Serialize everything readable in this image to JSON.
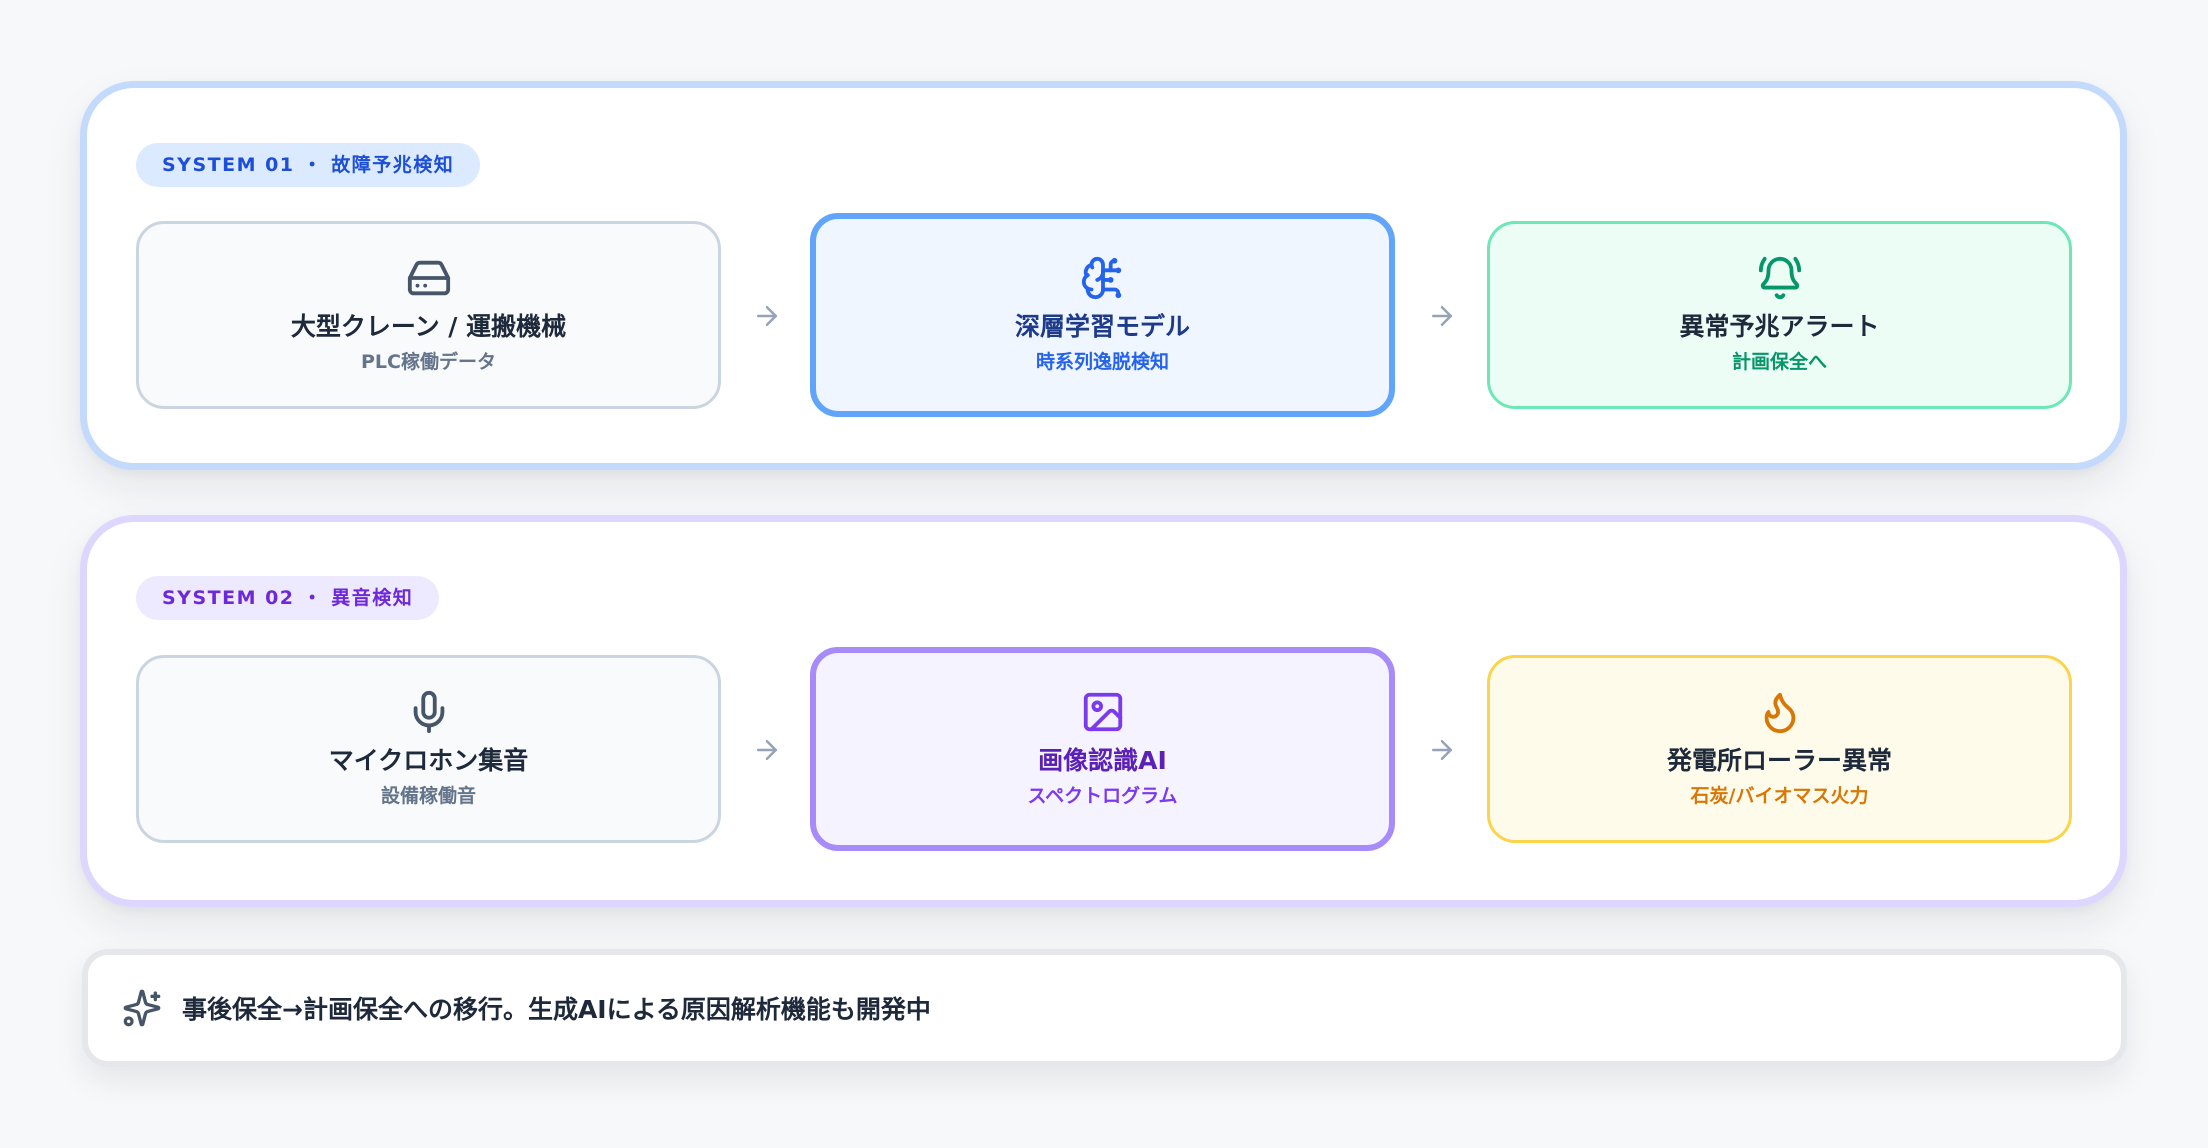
{
  "colors": {
    "background": "#f7f8fa",
    "system01_accent": "#1d4ed8",
    "system01_border": "#bfdbfe",
    "system02_accent": "#6d28d9",
    "system02_border": "#ddd6fe",
    "alert_green": "#059669",
    "fire_orange": "#d97706"
  },
  "systems": [
    {
      "badge": "SYSTEM 01 ・ 故障予兆検知",
      "steps": [
        {
          "icon": "hard-drive-icon",
          "title": "大型クレーン / 運搬機械",
          "subtitle": "PLC稼働データ"
        },
        {
          "icon": "brain-circuit-icon",
          "title": "深層学習モデル",
          "subtitle": "時系列逸脱検知"
        },
        {
          "icon": "bell-ring-icon",
          "title": "異常予兆アラート",
          "subtitle": "計画保全へ"
        }
      ]
    },
    {
      "badge": "SYSTEM 02 ・ 異音検知",
      "steps": [
        {
          "icon": "microphone-icon",
          "title": "マイクロホン集音",
          "subtitle": "設備稼働音"
        },
        {
          "icon": "image-icon",
          "title": "画像認識AI",
          "subtitle": "スペクトログラム"
        },
        {
          "icon": "flame-icon",
          "title": "発電所ローラー異常",
          "subtitle": "石炭/バイオマス火力"
        }
      ]
    }
  ],
  "footer": {
    "icon": "sparkles-icon",
    "text": "事後保全→計画保全への移行。生成AIによる原因解析機能も開発中"
  }
}
